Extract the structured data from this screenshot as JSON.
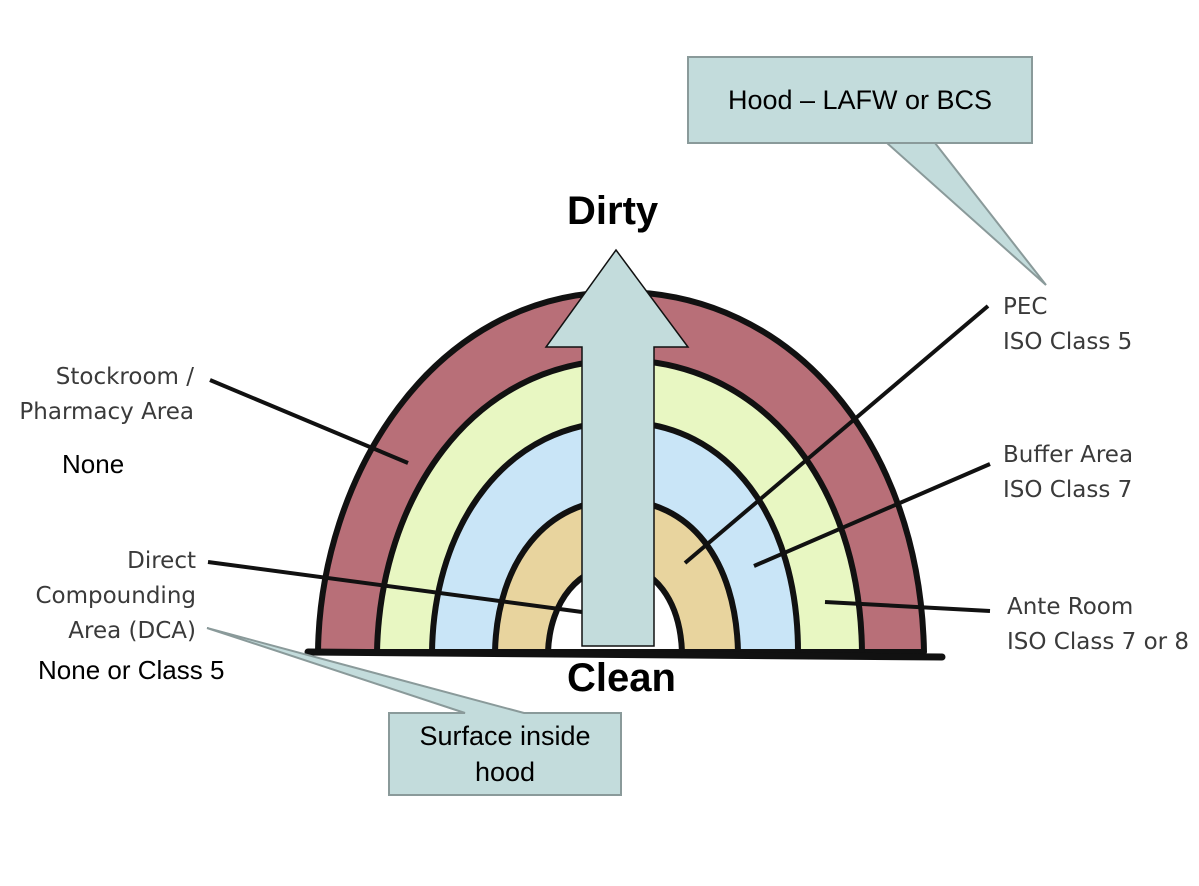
{
  "arrow_labels": {
    "top": "Dirty",
    "bottom": "Clean"
  },
  "zones": [
    {
      "name": "Stockroom / Pharmacy Area",
      "color": "#b86f78"
    },
    {
      "name": "Ante Room",
      "color": "#e8f7c2"
    },
    {
      "name": "Buffer Area",
      "color": "#c9e5f7"
    },
    {
      "name": "PEC",
      "color": "#e8d49e"
    }
  ],
  "left_labels": {
    "stockroom": {
      "lines": [
        "Stockroom /",
        "Pharmacy Area"
      ],
      "classification": "None"
    },
    "dca": {
      "lines": [
        "Direct",
        "Compounding",
        "Area (DCA)"
      ],
      "classification": "None or Class 5"
    }
  },
  "right_labels": {
    "pec": {
      "lines": [
        "PEC",
        "ISO Class 5"
      ]
    },
    "buffer": {
      "lines": [
        "Buffer Area",
        "ISO Class 7"
      ]
    },
    "ante": {
      "lines": [
        "Ante Room",
        "ISO Class 7 or 8"
      ]
    }
  },
  "callouts": {
    "hood": "Hood – LAFW or BCS",
    "surface": {
      "lines": [
        "Surface inside",
        "hood"
      ]
    }
  },
  "colors": {
    "callout_fill": "#c3dcdc",
    "arrow_fill": "#c3dcdc",
    "outline": "#111111"
  }
}
